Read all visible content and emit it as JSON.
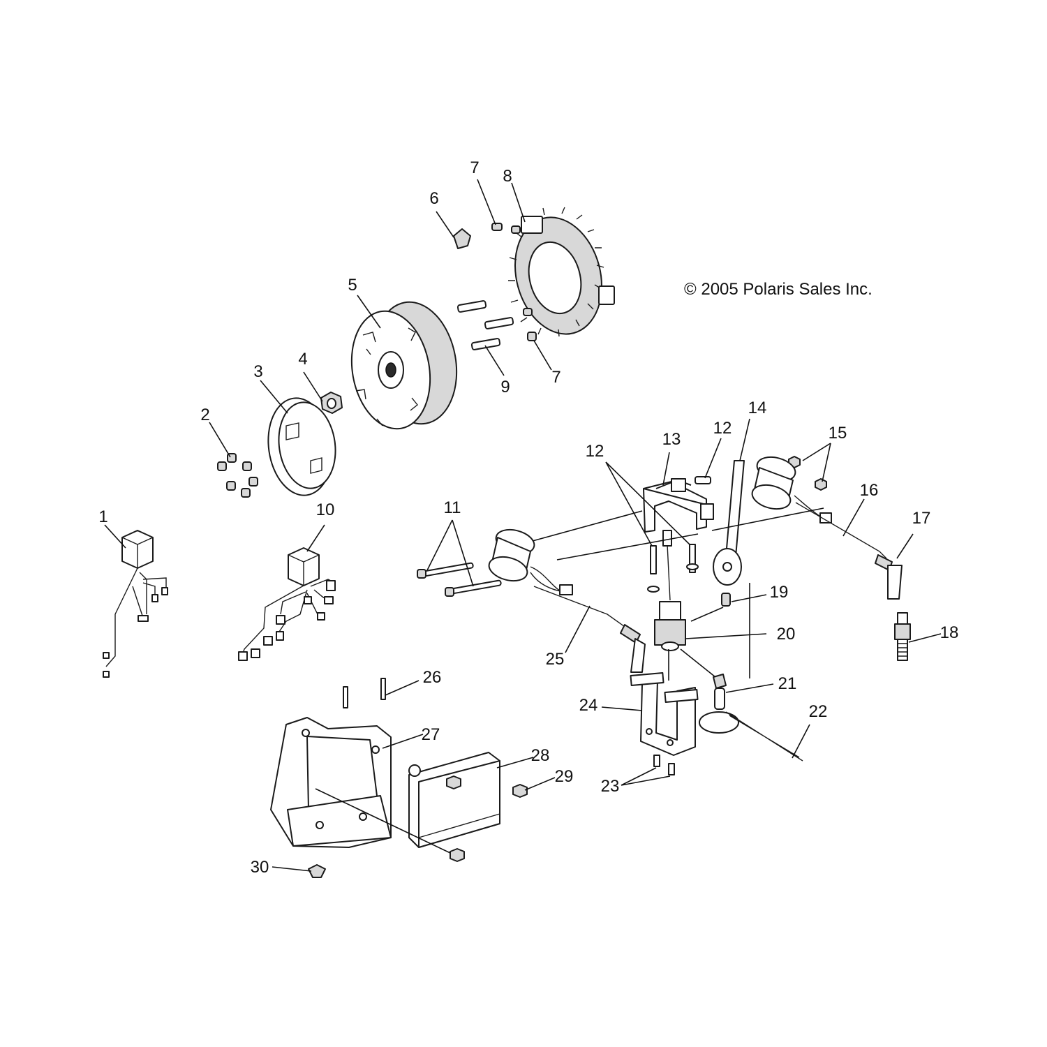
{
  "copyright": "© 2005 Polaris Sales Inc.",
  "callouts": {
    "c1": "1",
    "c2": "2",
    "c3": "3",
    "c4": "4",
    "c5": "5",
    "c6": "6",
    "c7a": "7",
    "c7b": "7",
    "c8": "8",
    "c9": "9",
    "c10": "10",
    "c11": "11",
    "c12a": "12",
    "c12b": "12",
    "c13": "13",
    "c14": "14",
    "c15": "15",
    "c16": "16",
    "c17": "17",
    "c18": "18",
    "c19": "19",
    "c20": "20",
    "c21": "21",
    "c22": "22",
    "c23": "23",
    "c24": "24",
    "c25": "25",
    "c26": "26",
    "c27": "27",
    "c28": "28",
    "c29": "29",
    "c30": "30"
  }
}
